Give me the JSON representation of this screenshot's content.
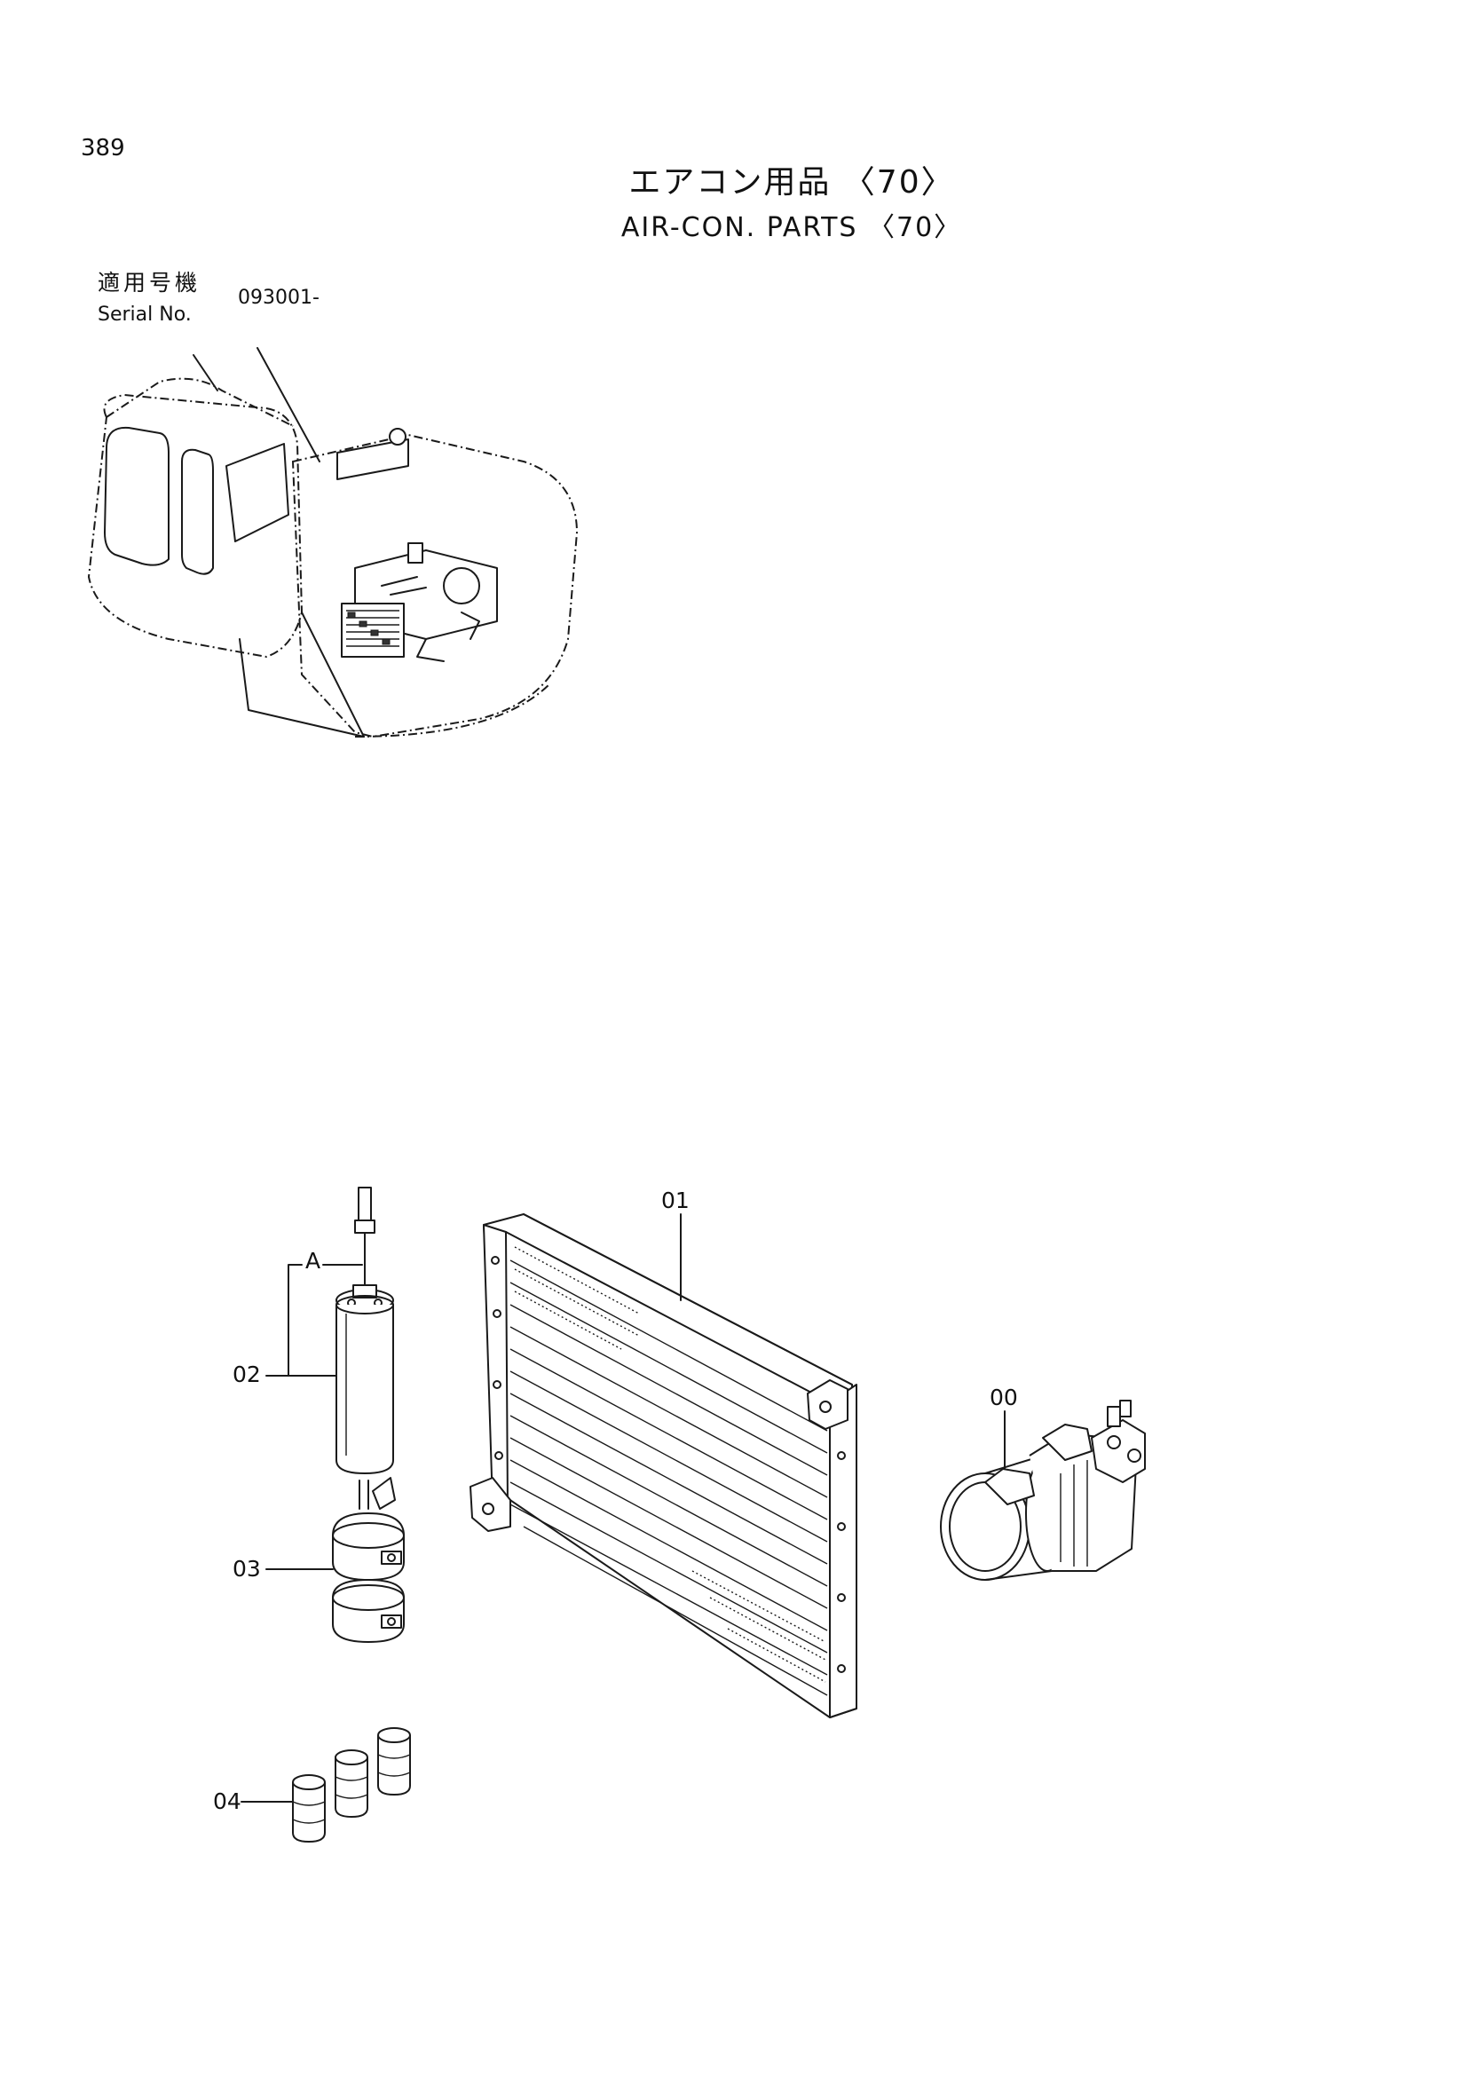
{
  "header": {
    "page_number": "389",
    "title_ja": "エアコン用品 〈70〉",
    "title_en": "AIR-CON. PARTS 〈70〉"
  },
  "serial": {
    "label_ja": "適用号機",
    "label_en": "Serial No.",
    "value": "093001-"
  },
  "callouts": {
    "condenser": "01",
    "compressor": "00",
    "receiver_dryer": "02",
    "clamp": "03",
    "fittings": "04",
    "detail_ref": "A"
  }
}
